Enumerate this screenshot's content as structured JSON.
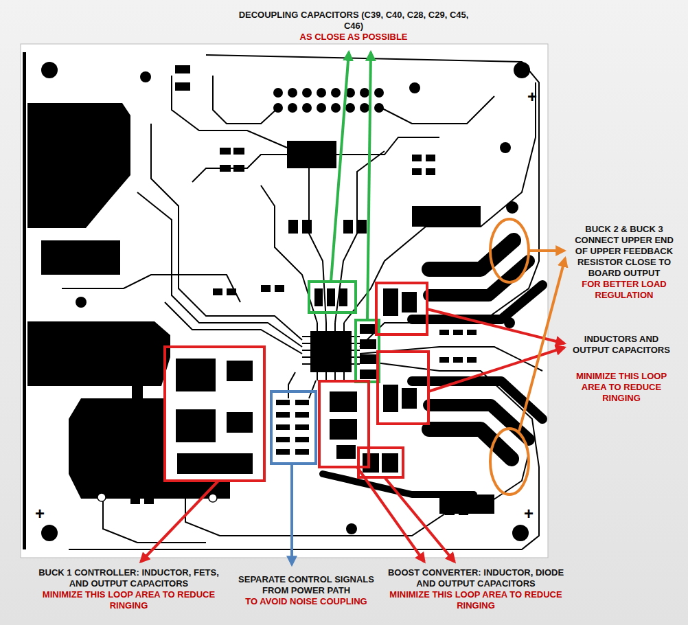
{
  "diagram": {
    "labels": [
      "DECOUPLING CAPACITORS (C39, C40, C28, C29, C45, C46)",
      "AS CLOSE AS POSSIBLE",
      "BUCK 2 & BUCK 3 CONNECT UPPER END OF UPPER FEEDBACK RESISTOR CLOSE TO BOARD OUTPUT",
      "FOR BETTER LOAD REGULATION",
      "INDUCTORS AND OUTPUT CAPACITORS",
      "MINIMIZE THIS LOOP AREA TO REDUCE RINGING",
      "BUCK 1 CONTROLLER: INDUCTOR, FETS, AND OUTPUT CAPACITORS",
      "MINIMIZE THIS LOOP AREA TO REDUCE RINGING",
      "SEPARATE CONTROL SIGNALS FROM POWER PATH",
      "TO AVOID NOISE COUPLING",
      "BOOST CONVERTER: INDUCTOR, DIODE AND OUTPUT CAPACITORS",
      "MINIMIZE THIS LOOP AREA TO REDUCE RINGING",
      "+",
      "+",
      "+"
    ]
  }
}
